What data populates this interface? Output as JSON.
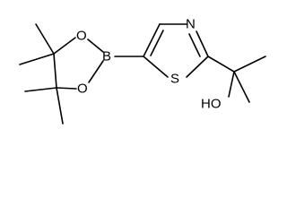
{
  "atoms": {
    "oxygen_upper_ring": "O",
    "oxygen_lower_ring": "O",
    "boron": "B",
    "nitrogen": "N",
    "sulfur": "S",
    "hydroxyl": "HO"
  },
  "colors": {
    "bond": "#000000",
    "background": "#ffffff"
  }
}
